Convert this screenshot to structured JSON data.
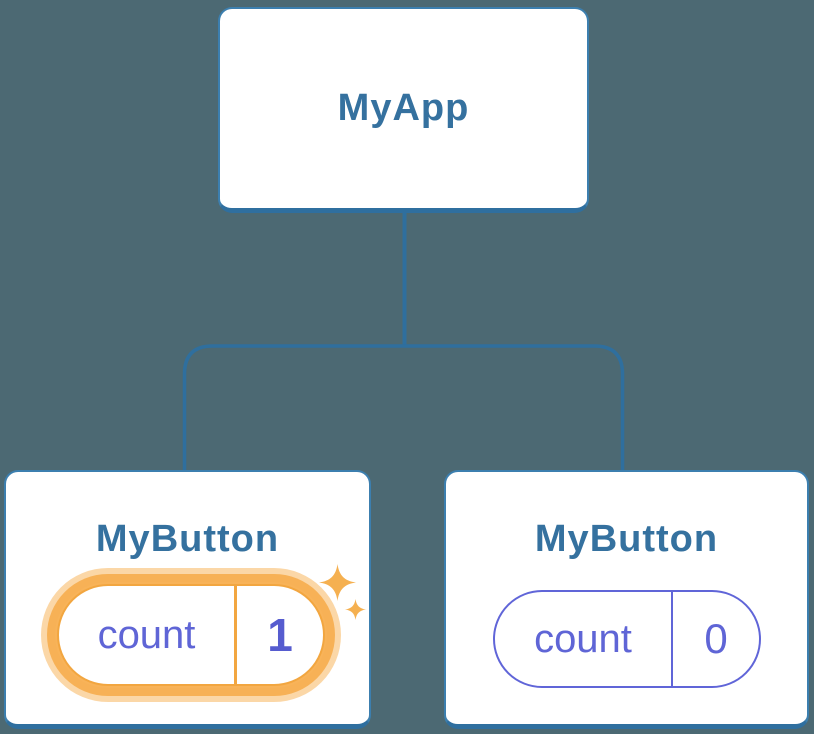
{
  "diagram": {
    "type": "react-component-tree",
    "root": {
      "label": "MyApp"
    },
    "children": [
      {
        "label": "MyButton",
        "state": {
          "name": "count",
          "value": "1",
          "highlighted": true
        }
      },
      {
        "label": "MyButton",
        "state": {
          "name": "count",
          "value": "0",
          "highlighted": false
        }
      }
    ]
  },
  "colors": {
    "background": "#4C6973",
    "connector_blue": "#2F6F9E",
    "card_border_blue": "#3C7FAF",
    "card_border_bottom_blue": "#2F6F9F",
    "title_blue": "#35719F",
    "state_purple": "#5F65D6",
    "state_value_bold_purple": "#565CCF",
    "highlight_orange": "#F7B156",
    "highlight_border_orange": "#F2A640",
    "highlight_glow": "rgba(248,183,95,0.55)",
    "sparkle_orange": "#F5B050",
    "card_background": "#FFFFFF"
  }
}
